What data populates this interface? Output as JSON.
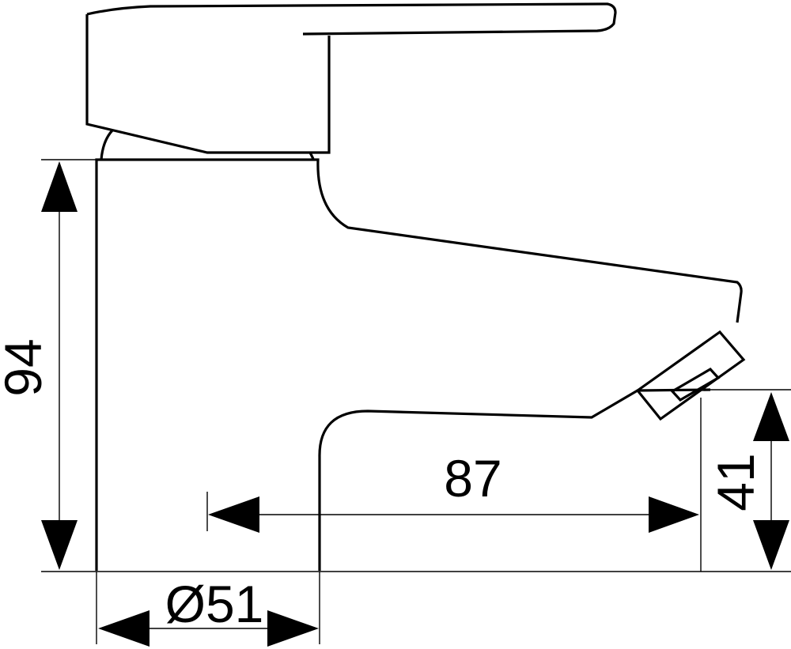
{
  "drawing": {
    "dimensions": {
      "height_total": "94",
      "spout_reach": "87",
      "spout_height": "41",
      "base_diameter": "Ø51"
    }
  }
}
